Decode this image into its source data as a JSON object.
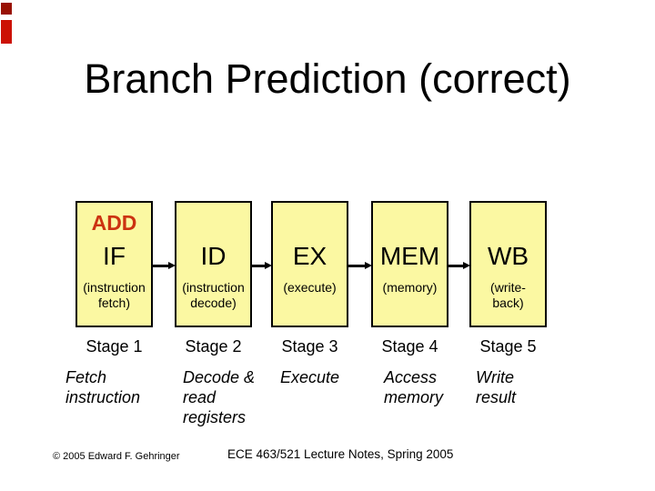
{
  "slide": {
    "title": "Branch Prediction (correct)",
    "footer_left": "© 2005 Edward F. Gehringer",
    "footer_right": "ECE 463/521 Lecture Notes, Spring 2005"
  },
  "pipeline": {
    "instruction_label": "ADD",
    "stages": [
      {
        "acronym": "IF",
        "sublabel": "(instruction\nfetch)",
        "stage_label": "Stage 1",
        "description": "Fetch\ninstruction"
      },
      {
        "acronym": "ID",
        "sublabel": "(instruction\ndecode)",
        "stage_label": "Stage 2",
        "description": "Decode &\nread\nregisters"
      },
      {
        "acronym": "EX",
        "sublabel": "(execute)",
        "stage_label": "Stage 3",
        "description": "Execute"
      },
      {
        "acronym": "MEM",
        "sublabel": "(memory)",
        "stage_label": "Stage 4",
        "description": "Access\nmemory"
      },
      {
        "acronym": "WB",
        "sublabel": "(write-\nback)",
        "stage_label": "Stage 5",
        "description": "Write\nresult"
      }
    ]
  },
  "icons": {
    "flow_arrow": "right-arrow",
    "corner_accent_dark": "dark-red-rectangle",
    "corner_accent_bright": "red-rectangle"
  },
  "colors": {
    "box_fill": "#fbf8a2",
    "box_border": "#000000",
    "add_label": "#cc3311",
    "corner_dark": "#991104",
    "corner_bright": "#cc1104",
    "title_text": "#000000",
    "background": "#ffffff"
  }
}
